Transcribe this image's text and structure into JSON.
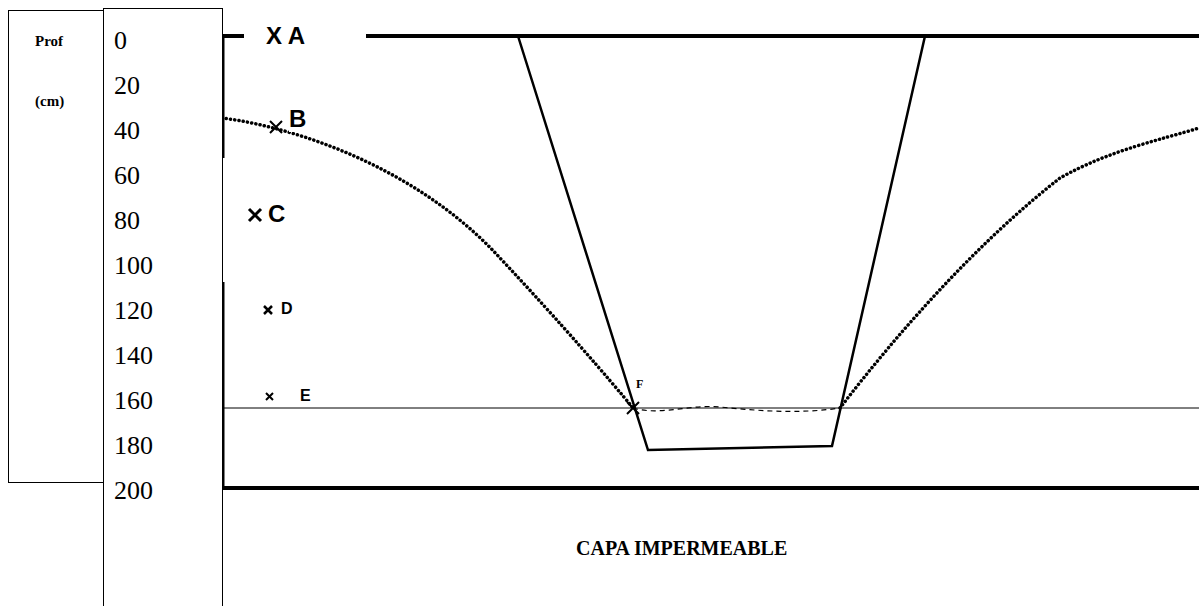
{
  "diagram": {
    "nodes": [
      {
        "text": [
          "Prof",
          "(cm)"
        ]
      },
      {
        "text": [
          "0",
          "20",
          "40",
          "60",
          "80",
          "100",
          "120",
          "140",
          "160",
          "180",
          "200"
        ]
      }
    ],
    "labels": [
      "X A",
      "B",
      "C",
      "D",
      "E",
      "F",
      "CAPA IMPERMEABLE"
    ]
  }
}
